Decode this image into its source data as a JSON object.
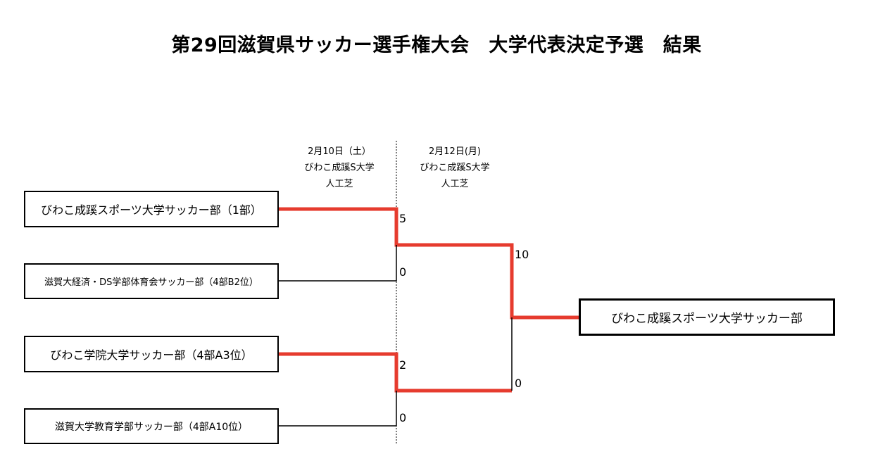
{
  "title": "第29回滋賀県サッカー選手権大会　大学代表決定予選　結果",
  "rounds": [
    {
      "date": "2月10日（土）",
      "venue": "びわこ成蹊S大学",
      "surface": "人工芝"
    },
    {
      "date": "2月12日(月)",
      "venue": "びわこ成蹊S大学",
      "surface": "人工芝"
    }
  ],
  "teams": [
    {
      "name": "びわこ成蹊スポーツ大学サッカー部（1部）"
    },
    {
      "name": "滋賀大経済・DS学部体育会サッカー部（4部B2位）"
    },
    {
      "name": "びわこ学院大学サッカー部（4部A3位）"
    },
    {
      "name": "滋賀大学教育学部サッカー部（4部A10位）"
    }
  ],
  "semifinals": [
    {
      "score_top": "5",
      "score_bottom": "0"
    },
    {
      "score_top": "2",
      "score_bottom": "0"
    }
  ],
  "final": {
    "score_top": "10",
    "score_bottom": "0"
  },
  "champion": "びわこ成蹊スポーツ大学サッカー部",
  "colors": {
    "winner_line": "#e63b2e",
    "loser_line": "#000000",
    "divider": "#000000"
  }
}
